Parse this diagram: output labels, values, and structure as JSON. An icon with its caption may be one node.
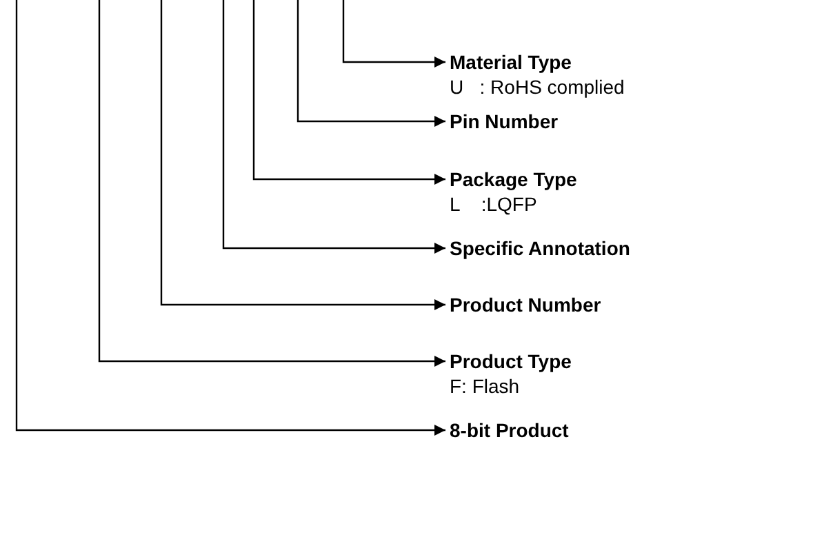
{
  "diagram": {
    "nodes": [
      {
        "text": [
          "Material Type",
          "U   : RoHS complied"
        ]
      },
      {
        "text": [
          "Pin Number"
        ]
      },
      {
        "text": [
          "Package Type",
          "L    :LQFP"
        ]
      },
      {
        "text": [
          "Specific Annotation"
        ]
      },
      {
        "text": [
          "Product Number"
        ]
      },
      {
        "text": [
          "Product Type",
          "F: Flash"
        ]
      },
      {
        "text": [
          "8-bit Product"
        ]
      }
    ],
    "edges": [
      {
        "from": null,
        "to": 0,
        "arrow": "to"
      },
      {
        "from": null,
        "to": 1,
        "arrow": "to"
      },
      {
        "from": null,
        "to": 2,
        "arrow": "to"
      },
      {
        "from": null,
        "to": 3,
        "arrow": "to"
      },
      {
        "from": null,
        "to": 4,
        "arrow": "to"
      },
      {
        "from": null,
        "to": 5,
        "arrow": "to"
      },
      {
        "from": null,
        "to": 6,
        "arrow": "to"
      }
    ]
  }
}
